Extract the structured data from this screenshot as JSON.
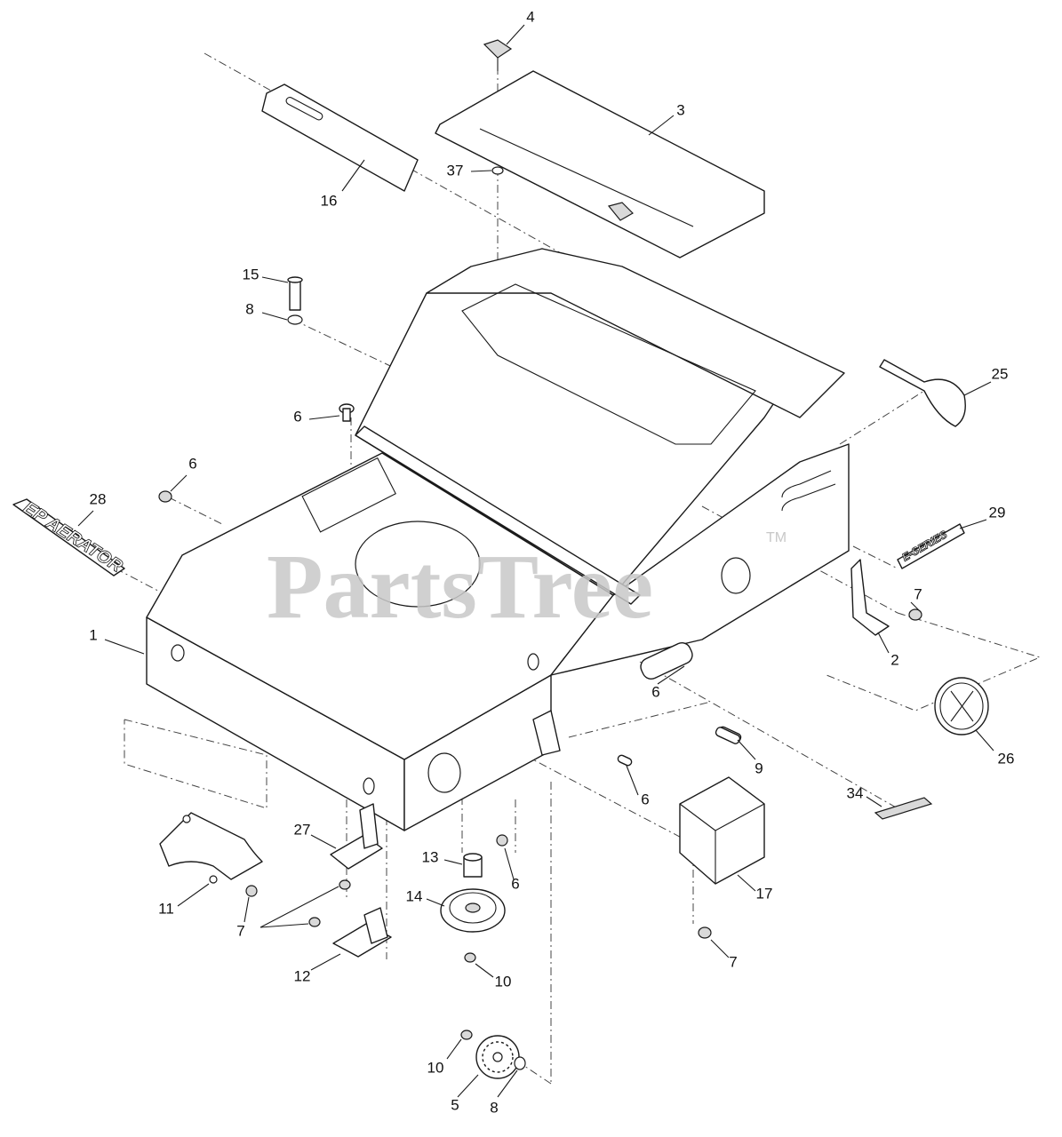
{
  "watermark": {
    "text": "PartsTree",
    "trademark": "TM"
  },
  "decals": {
    "aerator_logo": "EP AERATOR",
    "series_logo": "E-SERIES"
  },
  "callouts": {
    "c1": "1",
    "c2": "2",
    "c3": "3",
    "c4": "4",
    "c5": "5",
    "c6a": "6",
    "c6b": "6",
    "c6c": "6",
    "c6d": "6",
    "c6e": "6",
    "c7a": "7",
    "c7b": "7",
    "c7c": "7",
    "c8a": "8",
    "c8b": "8",
    "c9": "9",
    "c10a": "10",
    "c10b": "10",
    "c11": "11",
    "c12": "12",
    "c13": "13",
    "c14": "14",
    "c15": "15",
    "c16": "16",
    "c17": "17",
    "c25": "25",
    "c26": "26",
    "c27": "27",
    "c28": "28",
    "c29": "29",
    "c34": "34",
    "c37": "37"
  }
}
